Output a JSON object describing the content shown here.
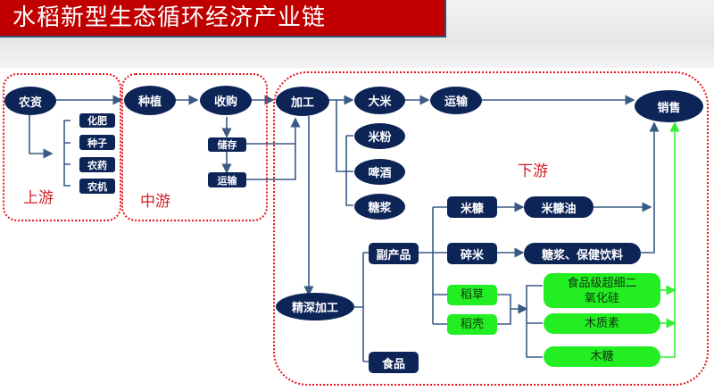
{
  "title": "水稻新型生态循环经济产业链",
  "zones": {
    "upstream": "上游",
    "midstream": "中游",
    "downstream": "下游"
  },
  "nodes": {
    "nongzi": "农资",
    "huafei": "化肥",
    "zhongzi": "种子",
    "nongyao": "农药",
    "nongji": "农机",
    "zhongzhi": "种植",
    "shougou": "收购",
    "chucun": "储存",
    "yunshu_mid": "运输",
    "jiagong": "加工",
    "dami": "大米",
    "yunshu_down": "运输",
    "xiaoshou": "销售",
    "mifen": "米粉",
    "pijiu": "啤酒",
    "tangjiang": "糖浆",
    "mikang": "米糠",
    "mikangyou": "米糠油",
    "fuchanpin": "副产品",
    "suimi": "碎米",
    "tangjiang_baojian": "糖浆、保健饮料",
    "daocao": "稻草",
    "daoke": "稻壳",
    "guihua_line1": "食品级超细二",
    "guihua_line2": "氧化硅",
    "muzhisu": "木质素",
    "mutang": "木糖",
    "jingshen": "精深加工",
    "shipin": "食品"
  },
  "colors": {
    "title_bg": "#c00000",
    "node_navy": "#0d2457",
    "node_green": "#22ee22",
    "zone_border": "#e8141b",
    "zone_label": "#d01f25",
    "line_navy": "#3a5a85",
    "line_green": "#33ee33"
  }
}
